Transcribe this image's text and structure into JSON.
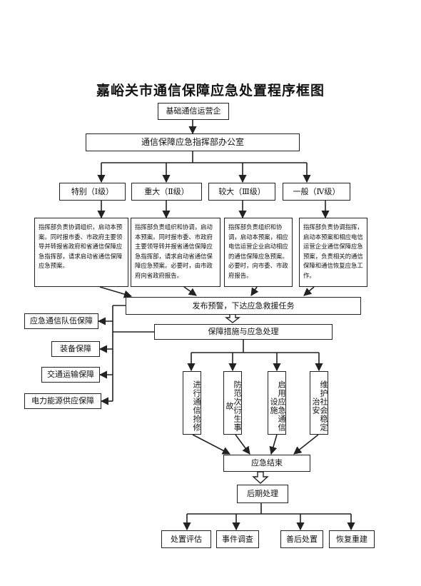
{
  "title": "嘉峪关市通信保障应急处置程序框图",
  "nodes": {
    "operator": "基础通信运营企",
    "office": "通信保障应急指挥部办公室",
    "levels": [
      "特别（Ⅰ级）",
      "重大（Ⅱ级）",
      "较大（Ⅲ级）",
      "一般（Ⅳ级）"
    ],
    "descriptions": [
      "指挥部负责协调组织，启动本预案。同时报市委、市政府主要领导并转报省政府和省通信保障应急指挥部，请求启动省通信保障应急预案。",
      "指挥部负责组织和协调，启动本预案。同时报市委、市政府主要领导转并报省通信保障应急指挥部，请求启动省通信保障应急预案。必要时，由市政府向省政府报告。",
      "指挥部负责组织和协调，启动本预案，相应电信运营企业启动相应的通信保障应急预案。必要时，向市委、市政府报告。",
      "指挥部负责协调指挥，启动本预案和相应电信运营企业通信保障应急预案，负责相关的通信保障和通信恢复应急工作。"
    ],
    "publish": "发布预警，下达应急救援任务",
    "support": [
      "应急通信队伍保障",
      "装备保障",
      "交通运输保障",
      "电力能源供应保障"
    ],
    "measures": "保障措施与应急处理",
    "actions": [
      "进行通信抢修",
      "防范次衍生事故",
      "启用应急通信设施",
      "维护社会稳定治安"
    ],
    "end": "应急结束",
    "post": "后期处理",
    "final": [
      "处置评估",
      "事件调查",
      "善后处置",
      "恢复重建"
    ]
  }
}
